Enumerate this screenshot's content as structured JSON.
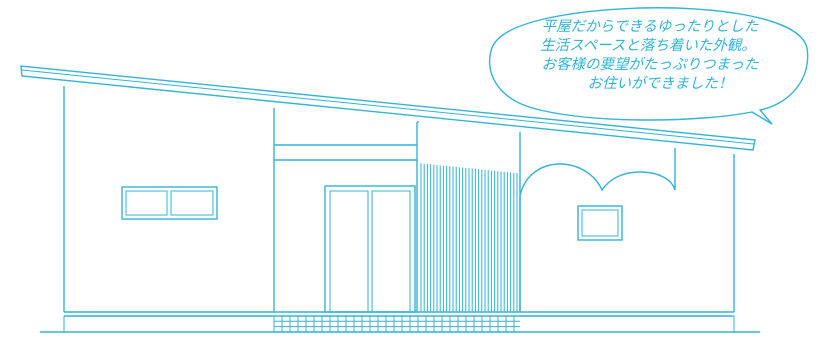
{
  "speech_bubble": {
    "lines": [
      "平屋だからできるゆったりとした",
      "生活スペースと落ち着いた外観。",
      "お客様の要望がたっぷりつまった",
      "お住いができました！"
    ]
  },
  "colors": {
    "line": "#33b4d6",
    "background": "#ffffff"
  }
}
